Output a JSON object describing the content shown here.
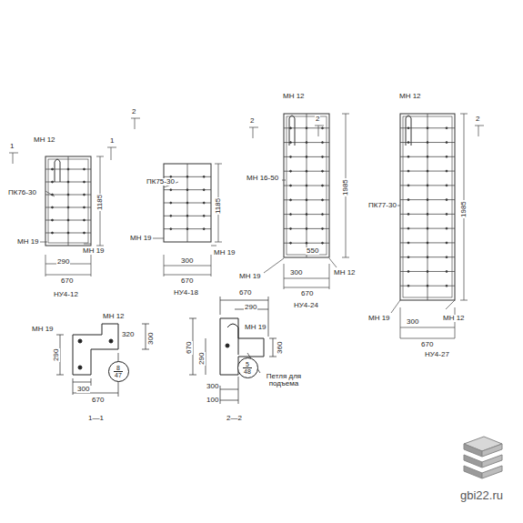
{
  "diagram": {
    "nodes": [
      {
        "text": [
          "8",
          "47"
        ]
      },
      {
        "text": [
          "5",
          "48"
        ]
      }
    ],
    "labels": [
      "МН 12",
      "ПК76-30",
      "1185",
      "МН 19",
      "МН 19",
      "290",
      "670",
      "НУ4-12",
      "1",
      "1",
      "ПК75-30",
      "1185",
      "МН 19",
      "МН 19",
      "300",
      "670",
      "НУ4-18",
      "2",
      "МН 12",
      "МН 16-50",
      "1985",
      "550",
      "МН 19",
      "МН 12",
      "300",
      "670",
      "НУ4-24",
      "2",
      "2",
      "МН 12",
      "ПК77-30",
      "1985",
      "МН 19",
      "МН 12",
      "300",
      "670",
      "НУ4-27",
      "2",
      "МН 12",
      "МН 19",
      "320",
      "300",
      "290",
      "300",
      "670",
      "1—1",
      "670",
      "290",
      "МН 19",
      "360",
      "670",
      "290",
      "Петля для подъема",
      "300",
      "100",
      "2—2",
      "gbi22.ru"
    ]
  }
}
